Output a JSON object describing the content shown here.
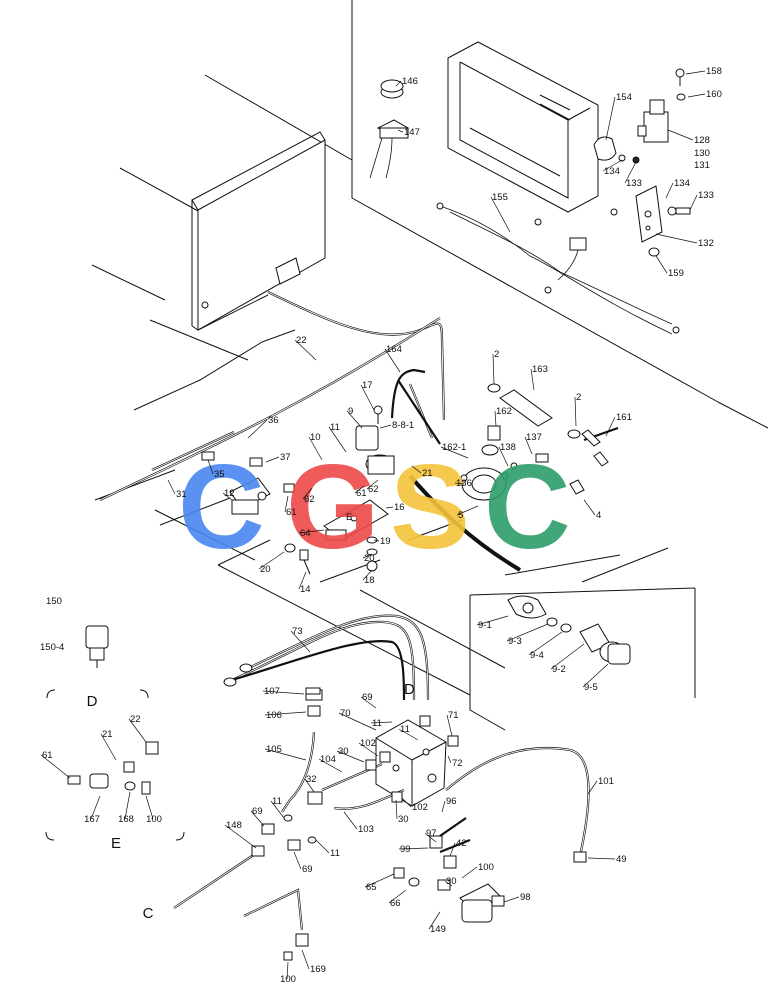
{
  "watermark": {
    "letters": [
      "C",
      "G",
      "S",
      "C"
    ],
    "colors": [
      "#4a86f0",
      "#ee4a4a",
      "#f5c43a",
      "#2e9e6a"
    ]
  },
  "callouts": [
    "146",
    "147",
    "158",
    "160",
    "154",
    "128",
    "130",
    "131",
    "134",
    "133",
    "134",
    "133",
    "155",
    "132",
    "159",
    "22",
    "164",
    "2",
    "163",
    "17",
    "9",
    "8-8-1",
    "162",
    "2",
    "161",
    "10",
    "11",
    "162-1",
    "138",
    "137",
    "36",
    "37",
    "35",
    "21",
    "136",
    "31",
    "12",
    "62",
    "61",
    "62",
    "61",
    "16",
    "5",
    "4",
    "E",
    "64",
    "20",
    "19",
    "20",
    "18",
    "14",
    "9-1",
    "9-3",
    "9-4",
    "9-2",
    "9-5",
    "150",
    "150-4",
    "D",
    "73",
    "D",
    "107",
    "69",
    "106",
    "70",
    "11",
    "71",
    "11",
    "105",
    "30",
    "102",
    "104",
    "72",
    "21",
    "22",
    "61",
    "32",
    "101",
    "11",
    "96",
    "102",
    "69",
    "30",
    "103",
    "97",
    "148",
    "42",
    "11",
    "69",
    "99",
    "100",
    "49",
    "E",
    "167",
    "168",
    "100",
    "65",
    "30",
    "66",
    "149",
    "98",
    "C",
    "100",
    "169"
  ]
}
